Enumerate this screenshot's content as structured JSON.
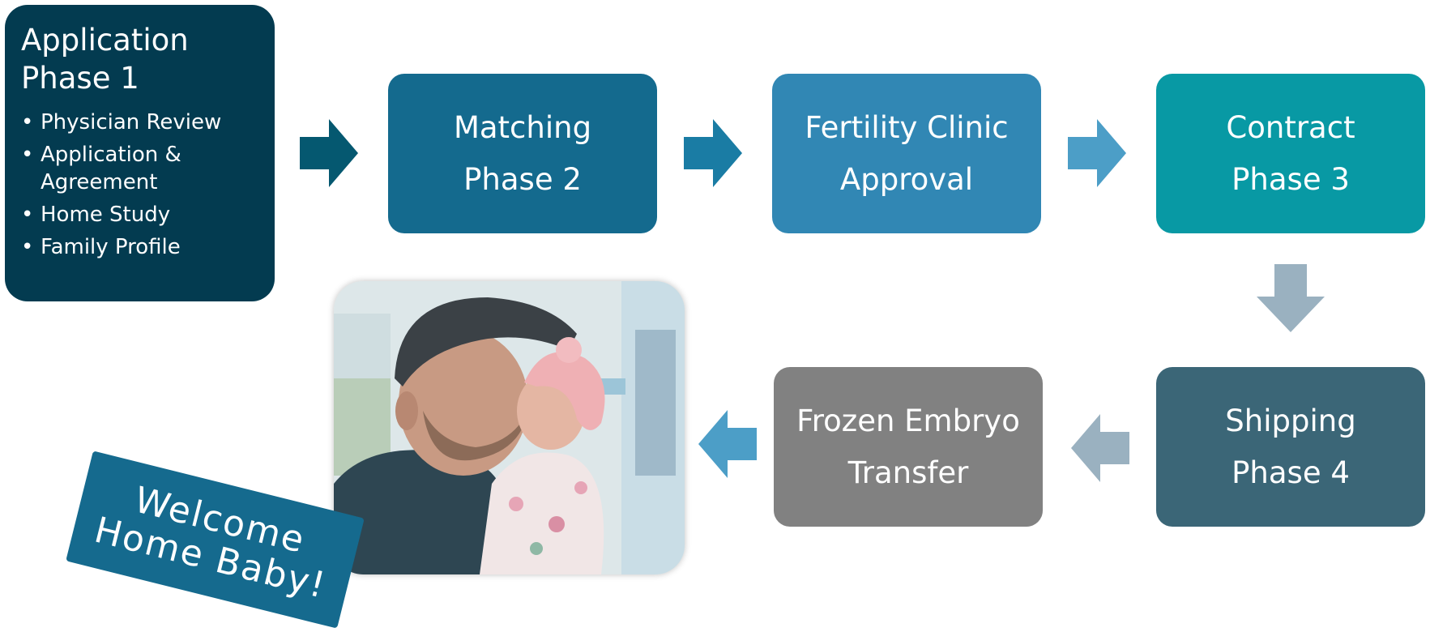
{
  "colors": {
    "phase1": "#033b50",
    "matching": "#146a8e",
    "fertility": "#3187b4",
    "contract": "#0899a4",
    "shipping": "#3b6677",
    "frozen": "#818181",
    "welcome": "#156a8e",
    "arrow_dark": "#055870",
    "arrow_mid": "#1a7ca4",
    "arrow_light": "#4c9ec7",
    "arrow_grey": "#9ab1c0"
  },
  "phase1": {
    "title_line1": "Application",
    "title_line2": "Phase 1",
    "bullets": [
      "Physician Review",
      "Application & Agreement",
      "Home Study",
      "Family Profile"
    ]
  },
  "steps": {
    "matching": {
      "line1": "Matching",
      "line2": "Phase 2"
    },
    "fertility": {
      "line1": "Fertility Clinic",
      "line2": "Approval"
    },
    "contract": {
      "line1": "Contract",
      "line2": "Phase 3"
    },
    "shipping": {
      "line1": "Shipping",
      "line2": "Phase 4"
    },
    "frozen": {
      "line1": "Frozen Embryo",
      "line2": "Transfer"
    }
  },
  "welcome": {
    "line1": "Welcome",
    "line2": "Home Baby!"
  },
  "icons": {
    "arrow1": "arrow-right-icon",
    "arrow2": "arrow-right-icon",
    "arrow3": "arrow-right-icon",
    "arrow4": "arrow-down-icon",
    "arrow5": "arrow-left-icon",
    "arrow6": "arrow-left-icon"
  }
}
